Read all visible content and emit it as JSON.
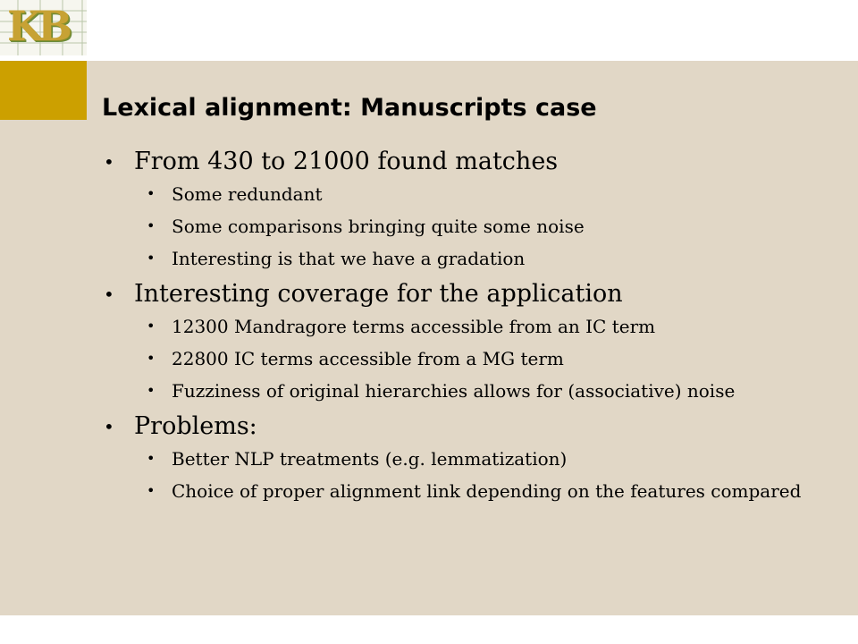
{
  "logo": {
    "text": "KB"
  },
  "colors": {
    "background": "#e1d7c6",
    "accent": "#cca000"
  },
  "slide": {
    "title": "Lexical alignment: Manuscripts case",
    "bullet_char": "•",
    "items": [
      {
        "text": "From 430 to 21000 found matches",
        "sub": [
          "Some redundant",
          "Some comparisons bringing quite some noise",
          "Interesting is that we have a gradation"
        ]
      },
      {
        "text": "Interesting coverage for the application",
        "sub": [
          "12300 Mandragore terms accessible from an IC term",
          "22800 IC terms accessible from a MG term",
          "Fuzziness of original hierarchies allows for (associative) noise"
        ]
      },
      {
        "text": "Problems:",
        "sub": [
          "Better NLP treatments (e.g. lemmatization)",
          "Choice of proper alignment link depending on the features compared"
        ]
      }
    ]
  }
}
